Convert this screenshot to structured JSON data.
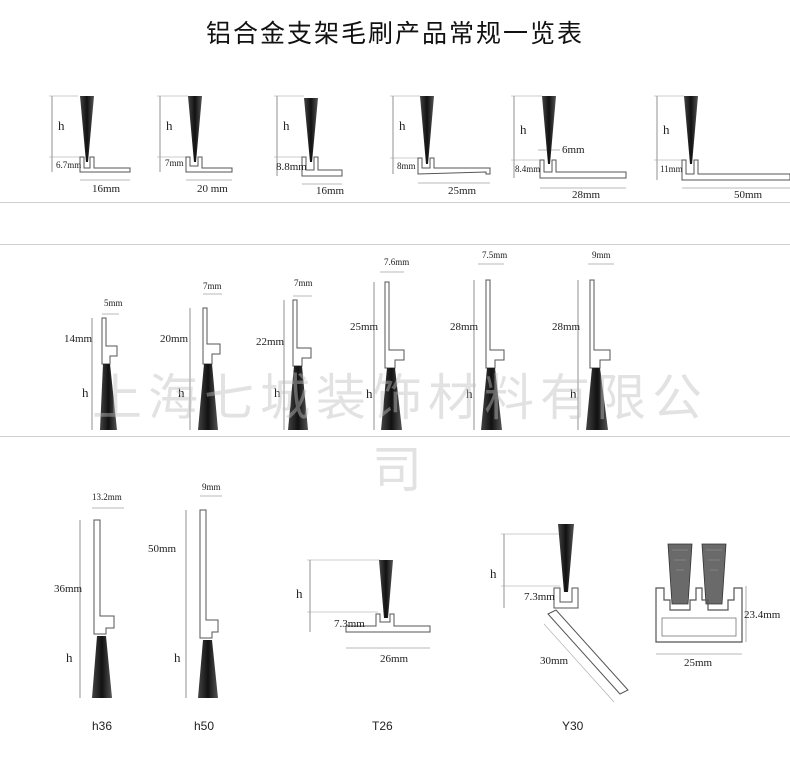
{
  "title": "铝合金支架毛刷产品常规一览表",
  "watermark": "上海七城装饰材料有限公司",
  "colors": {
    "bristle": "#1f1f1f",
    "line": "#777777",
    "profile": "#555555"
  },
  "row1": [
    {
      "h": "h",
      "height": "6.7mm",
      "width": "16mm"
    },
    {
      "h": "h",
      "height": "7mm",
      "width": "20 mm"
    },
    {
      "h": "h",
      "height": "8.8mm",
      "width": "16mm"
    },
    {
      "h": "h",
      "height": "8mm",
      "width": "25mm"
    },
    {
      "h": "h",
      "height": "8.4mm",
      "top": "6mm",
      "width": "28mm"
    },
    {
      "h": "h",
      "height": "11mm",
      "width": "50mm"
    }
  ],
  "row2": [
    {
      "top": "5mm",
      "height": "14mm",
      "h": "h"
    },
    {
      "top": "7mm",
      "height": "20mm",
      "h": "h"
    },
    {
      "top": "7mm",
      "height": "22mm",
      "h": "h"
    },
    {
      "top": "7.6mm",
      "height": "25mm",
      "h": "h"
    },
    {
      "top": "7.5mm",
      "height": "28mm",
      "h": "h"
    },
    {
      "top": "9mm",
      "height": "28mm",
      "h": "h"
    }
  ],
  "row3": {
    "h36": {
      "name": "h36",
      "top": "13.2mm",
      "height": "36mm",
      "h": "h"
    },
    "h50": {
      "name": "h50",
      "top": "9mm",
      "height": "50mm",
      "h": "h"
    },
    "t26": {
      "name": "T26",
      "h": "h",
      "height": "7.3mm",
      "width": "26mm"
    },
    "y30": {
      "name": "Y30",
      "h": "h",
      "height": "7.3mm",
      "length": "30mm"
    },
    "double": {
      "height": "23.4mm",
      "width": "25mm"
    }
  }
}
